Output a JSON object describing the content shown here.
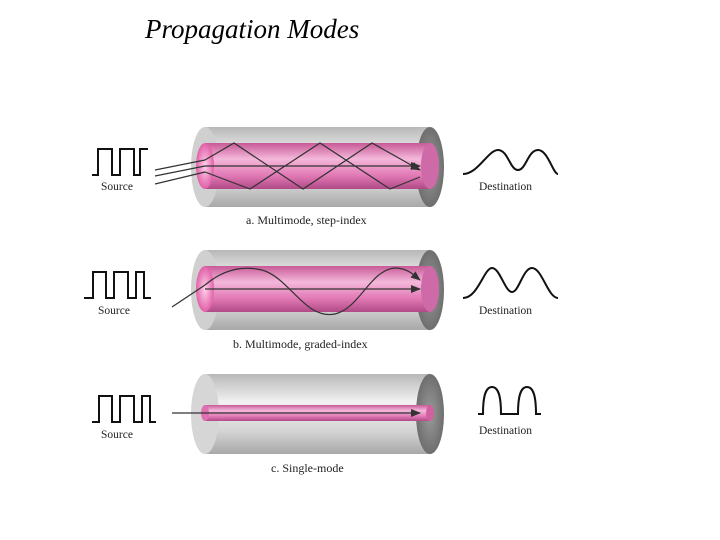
{
  "title": "Propagation Modes",
  "panels": [
    {
      "id": "a",
      "source_label": "Source",
      "destination_label": "Destination",
      "caption": "a.  Multimode, step-index"
    },
    {
      "id": "b",
      "source_label": "Source",
      "destination_label": "Destination",
      "caption": "b.  Multimode, graded-index"
    },
    {
      "id": "c",
      "source_label": "Source",
      "destination_label": "Destination",
      "caption": "c.  Single-mode"
    }
  ],
  "colors": {
    "cladding": "#d8d8d8",
    "core": "#e070b0",
    "core_highlight": "#f4c6e0",
    "ray": "#333333"
  }
}
